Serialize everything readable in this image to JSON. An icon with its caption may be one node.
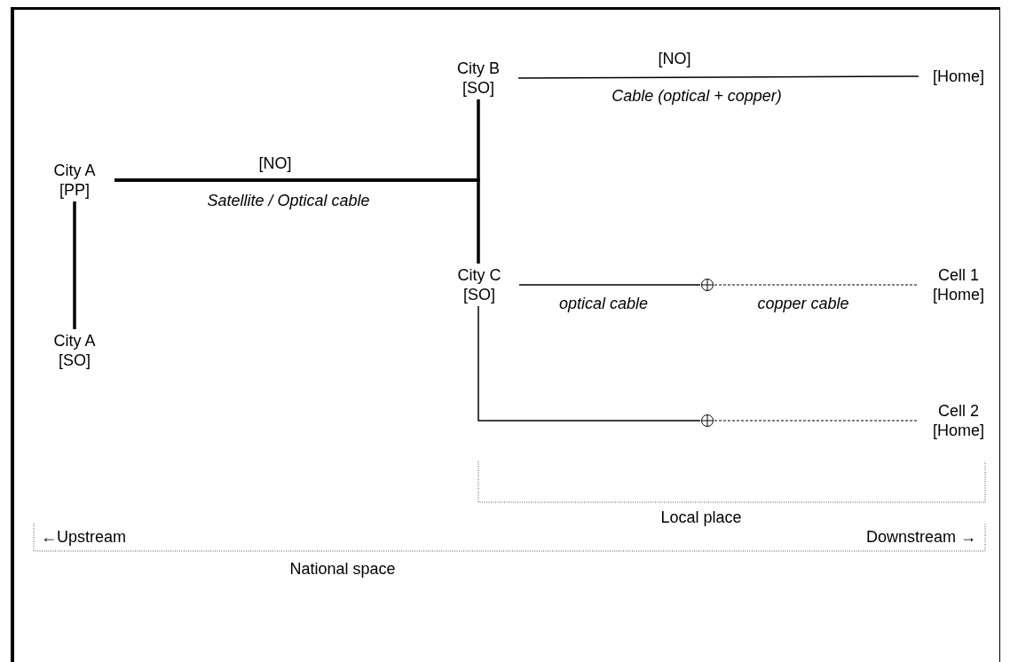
{
  "diagram": {
    "nodes": [
      {
        "text": [
          "City B [SO]"
        ]
      },
      {
        "text": [
          "[Home]"
        ]
      },
      {
        "text": [
          "City A [PP]"
        ]
      },
      {
        "text": [
          "City C [SO]"
        ]
      },
      {
        "text": [],
        "shape": "circle"
      },
      {
        "text": [
          "Cell 1 [Home]"
        ]
      },
      {
        "text": [
          "City A [SO]"
        ]
      },
      {
        "text": [],
        "shape": "circle"
      },
      {
        "text": [
          "Cell 2 [Home]"
        ]
      }
    ],
    "edges": [
      {
        "from": 0,
        "to": 1,
        "arrow": "none",
        "label": "[NO]"
      },
      {
        "from": 2,
        "to": 0,
        "arrow": "none",
        "style": "thick",
        "label": "[NO]"
      },
      {
        "from": 2,
        "to": 3,
        "arrow": "none",
        "style": "thick"
      },
      {
        "from": 2,
        "to": 6,
        "arrow": "none",
        "style": "thick"
      },
      {
        "from": 3,
        "to": 4,
        "arrow": "none",
        "label": "optical cable"
      },
      {
        "from": 4,
        "to": 5,
        "arrow": "none",
        "style": "dashed",
        "label": "copper cable"
      },
      {
        "from": 3,
        "to": 7,
        "arrow": "none"
      },
      {
        "from": 7,
        "to": 8,
        "arrow": "none",
        "style": "dashed"
      }
    ],
    "labels": [
      "Cable (optical + copper)",
      "Satellite / Optical cable",
      "Local place",
      "←Upstream",
      "Downstream →",
      "National space"
    ]
  }
}
